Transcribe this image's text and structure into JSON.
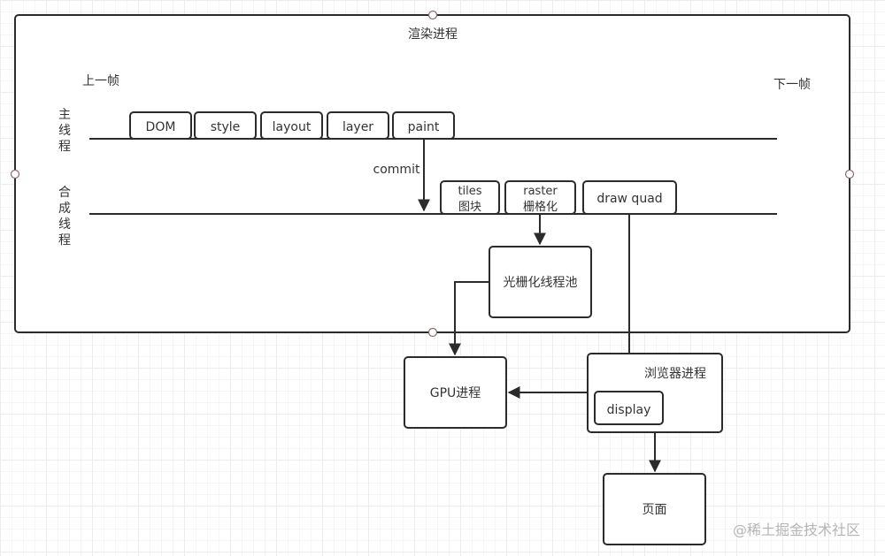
{
  "container": {
    "title": "渲染进程"
  },
  "frame_labels": {
    "previous": "上一帧",
    "next": "下一帧"
  },
  "threads": {
    "main": {
      "label_chars": [
        "主",
        "线",
        "程"
      ]
    },
    "compositor": {
      "label_chars": [
        "合",
        "成",
        "线",
        "程"
      ]
    }
  },
  "main_thread_stages": [
    "DOM",
    "style",
    "layout",
    "layer",
    "paint"
  ],
  "commit_label": "commit",
  "compositor_stages": [
    {
      "line1": "tiles",
      "line2": "图块"
    },
    {
      "line1": "raster",
      "line2": "栅格化"
    },
    {
      "line1": "draw quad",
      "line2": ""
    }
  ],
  "raster_pool": "光栅化线程池",
  "gpu_process": "GPU进程",
  "browser_process": {
    "title": "浏览器进程",
    "inner": "display"
  },
  "page": "页面",
  "watermark": "@稀土掘金技术社区",
  "colors": {
    "stroke": "#2b2b2b",
    "text": "#333333",
    "watermark": "#b5b5b5",
    "handle_stroke": "#8a6b6b"
  }
}
